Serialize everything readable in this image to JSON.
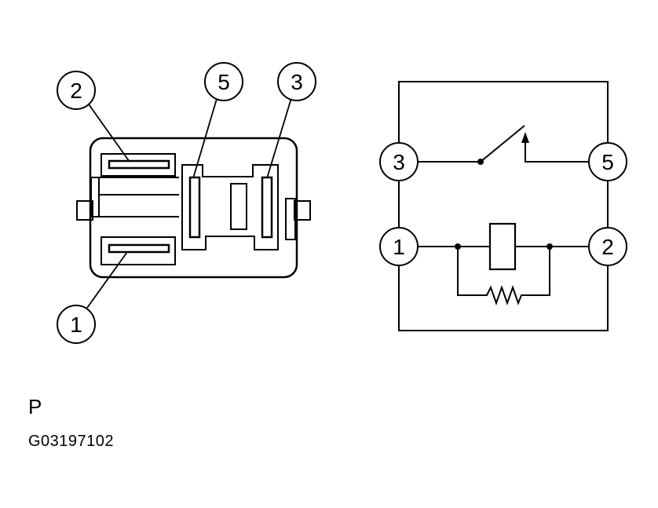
{
  "connector_view": {
    "callouts": [
      {
        "id": "pin-2",
        "label": "2"
      },
      {
        "id": "pin-5",
        "label": "5"
      },
      {
        "id": "pin-3",
        "label": "3"
      },
      {
        "id": "pin-1",
        "label": "1"
      }
    ]
  },
  "schematic": {
    "terminals": [
      {
        "id": "t3",
        "label": "3"
      },
      {
        "id": "t5",
        "label": "5"
      },
      {
        "id": "t1",
        "label": "1"
      },
      {
        "id": "t2",
        "label": "2"
      }
    ]
  },
  "caption": {
    "view_letter": "P",
    "figure_code": "G03197102"
  }
}
